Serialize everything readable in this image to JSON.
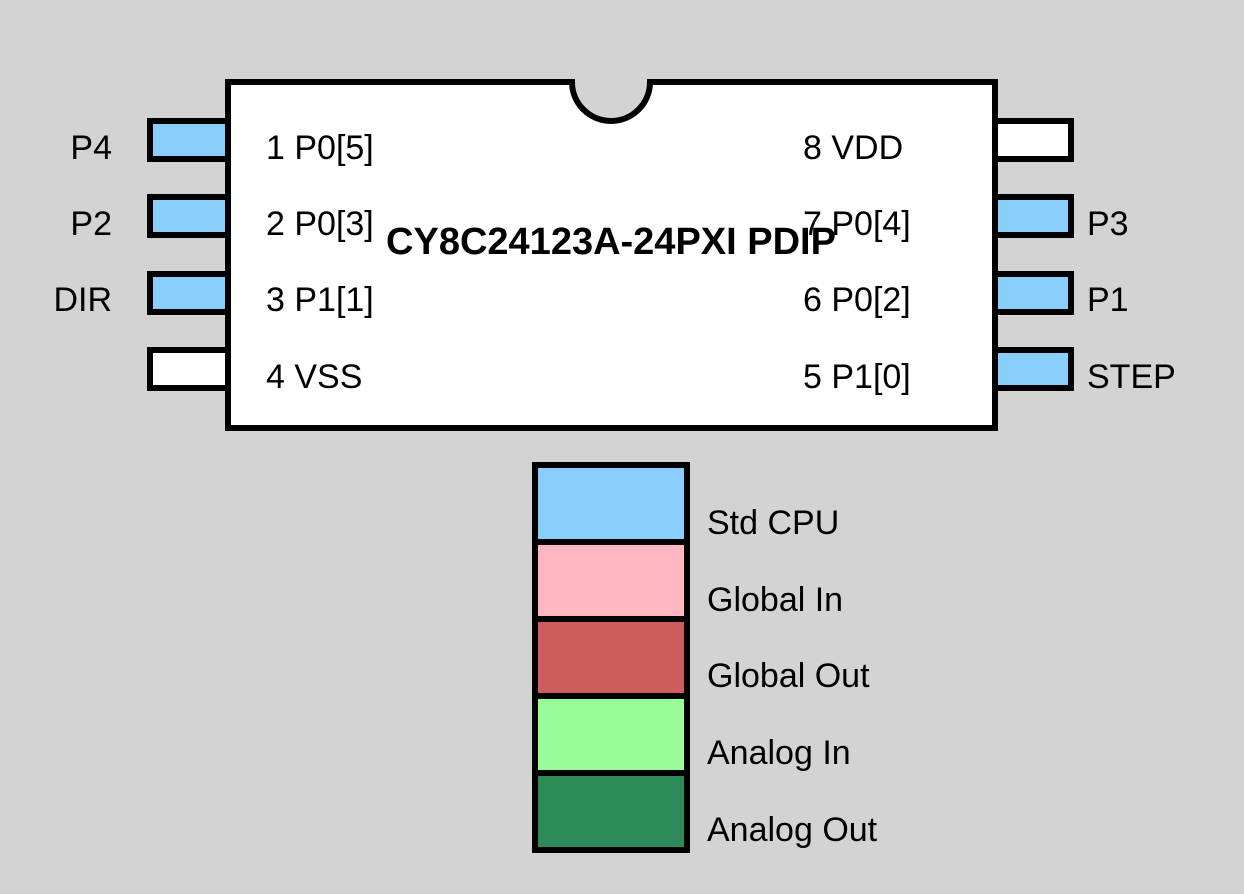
{
  "chip": {
    "title": "CY8C24123A-24PXI PDIP",
    "left_pins": [
      {
        "pin": "1 P0[5]",
        "label": "P4",
        "type": "Std CPU"
      },
      {
        "pin": "2 P0[3]",
        "label": "P2",
        "type": "Std CPU"
      },
      {
        "pin": "3 P1[1]",
        "label": "DIR",
        "type": "Std CPU"
      },
      {
        "pin": "4 VSS",
        "label": "",
        "type": "none"
      }
    ],
    "right_pins": [
      {
        "pin": "8 VDD",
        "label": "",
        "type": "none"
      },
      {
        "pin": "7 P0[4]",
        "label": "P3",
        "type": "Std CPU"
      },
      {
        "pin": "6 P0[2]",
        "label": "P1",
        "type": "Std CPU"
      },
      {
        "pin": "5 P1[0]",
        "label": "STEP",
        "type": "Std CPU"
      }
    ]
  },
  "legend": [
    {
      "label": "Std CPU",
      "color": "#87cefa"
    },
    {
      "label": "Global In",
      "color": "#ffb6c1"
    },
    {
      "label": "Global Out",
      "color": "#cd5c5c"
    },
    {
      "label": "Analog In",
      "color": "#98fb98"
    },
    {
      "label": "Analog Out",
      "color": "#2e8b57"
    }
  ],
  "colors": {
    "background": "#d3d3d3",
    "body": "#ffffff",
    "outline": "#000000",
    "unused_pin": "#ffffff"
  }
}
